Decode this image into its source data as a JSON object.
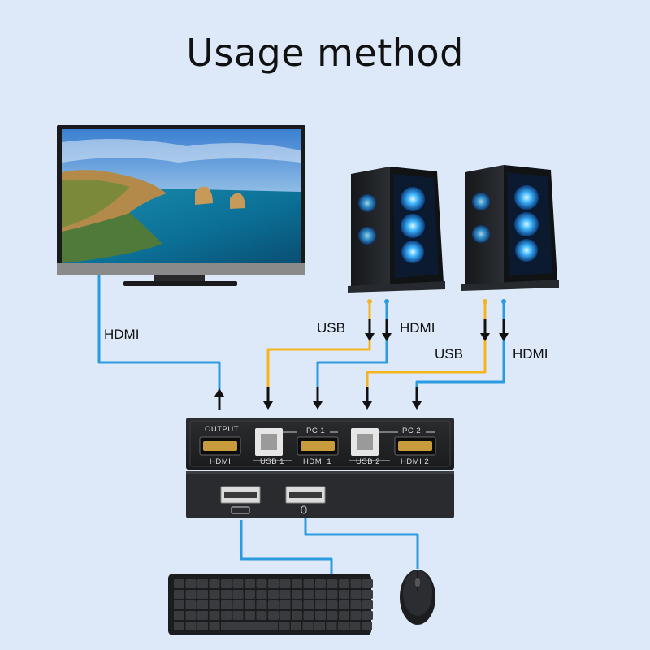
{
  "title": "Usage method",
  "labels": {
    "tv_hdmi": "HDMI",
    "pc1_usb": "USB",
    "pc1_hdmi": "HDMI",
    "pc2_usb": "USB",
    "pc2_hdmi": "HDMI"
  },
  "switch_ports": {
    "output": "OUTPUT",
    "output_hdmi": "HDMI",
    "pc1": "PC 1",
    "usb1": "USB 1",
    "hdmi1": "HDMI 1",
    "pc2": "PC 2",
    "usb2": "USB 2",
    "hdmi2": "HDMI 2"
  },
  "colors": {
    "background": "#dde9f8",
    "hdmi_cable": "#2a9be0",
    "usb_cable": "#f5b320",
    "device_body": "#1f2022"
  },
  "icons": [
    "tv-icon",
    "pc-tower-icon",
    "kvm-switch-icon",
    "keyboard-icon",
    "mouse-icon",
    "usb-port-icon",
    "hdmi-port-icon"
  ]
}
